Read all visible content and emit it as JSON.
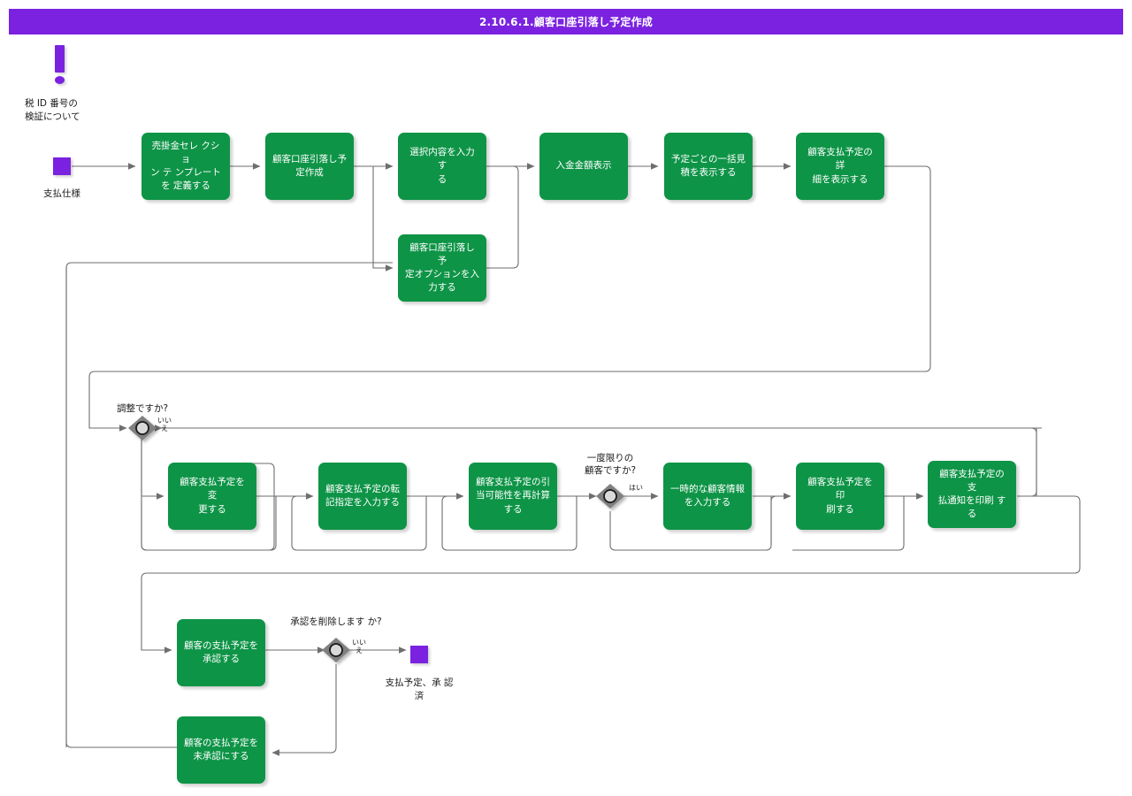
{
  "window": {
    "title": "2.10.6.1.顧客口座引落し予定作成",
    "title_bg": "#7A22E0",
    "title_fg": "#FFFFFF"
  },
  "theme": {
    "activity_fill": "#0E9447",
    "activity_text": "#FFFFFF",
    "terminator_fill": "#7A22E0",
    "connector_stroke": "#6E6E6E",
    "decision_fill": "#808080",
    "background": "#FFFFFF"
  },
  "note": {
    "icon": "exclamation-mark-icon",
    "text": "税 ID 番号の\n検証について"
  },
  "terminators": [
    {
      "id": "start",
      "label": "支払仕様"
    },
    {
      "id": "end",
      "label": "支払予定、承 認\n済"
    }
  ],
  "activities": [
    {
      "id": "a1",
      "label": "売掛金セレ クショ\nン テ ンプレート\nを  定義する"
    },
    {
      "id": "a2",
      "label": "顧客口座引落し予\n定作成"
    },
    {
      "id": "a3",
      "label": "選択内容を入力 す\nる"
    },
    {
      "id": "a4",
      "label": "顧客口座引落し 予\n定オプションを入\n力する"
    },
    {
      "id": "a5",
      "label": "入金金額表示"
    },
    {
      "id": "a6",
      "label": "予定ごとの一括見\n積を表示する"
    },
    {
      "id": "a7",
      "label": "顧客支払予定の  詳\n細を表示する"
    },
    {
      "id": "a8",
      "label": "顧客支払予定を  変\n更する"
    },
    {
      "id": "a9",
      "label": "顧客支払予定の転\n記指定を入力する"
    },
    {
      "id": "a10",
      "label": "顧客支払予定の引\n当可能性を再計算\nする"
    },
    {
      "id": "a11",
      "label": "一時的な顧客情報\nを入力する"
    },
    {
      "id": "a12",
      "label": "顧客支払予定を  印\n刷する"
    },
    {
      "id": "a13",
      "label": "顧客支払予定の  支\n払通知を印刷  する"
    },
    {
      "id": "a14",
      "label": "顧客の支払予定を\n承認する"
    },
    {
      "id": "a15",
      "label": "顧客の支払予定を\n未承認にする"
    }
  ],
  "decisions": [
    {
      "id": "d1",
      "question": "調整ですか?",
      "branch_label": "いい\nえ"
    },
    {
      "id": "d2",
      "question": "一度限りの\n顧客ですか?",
      "branch_label": "はい"
    },
    {
      "id": "d3",
      "question": "承認を削除します か?",
      "branch_label": "いい\nえ"
    }
  ]
}
